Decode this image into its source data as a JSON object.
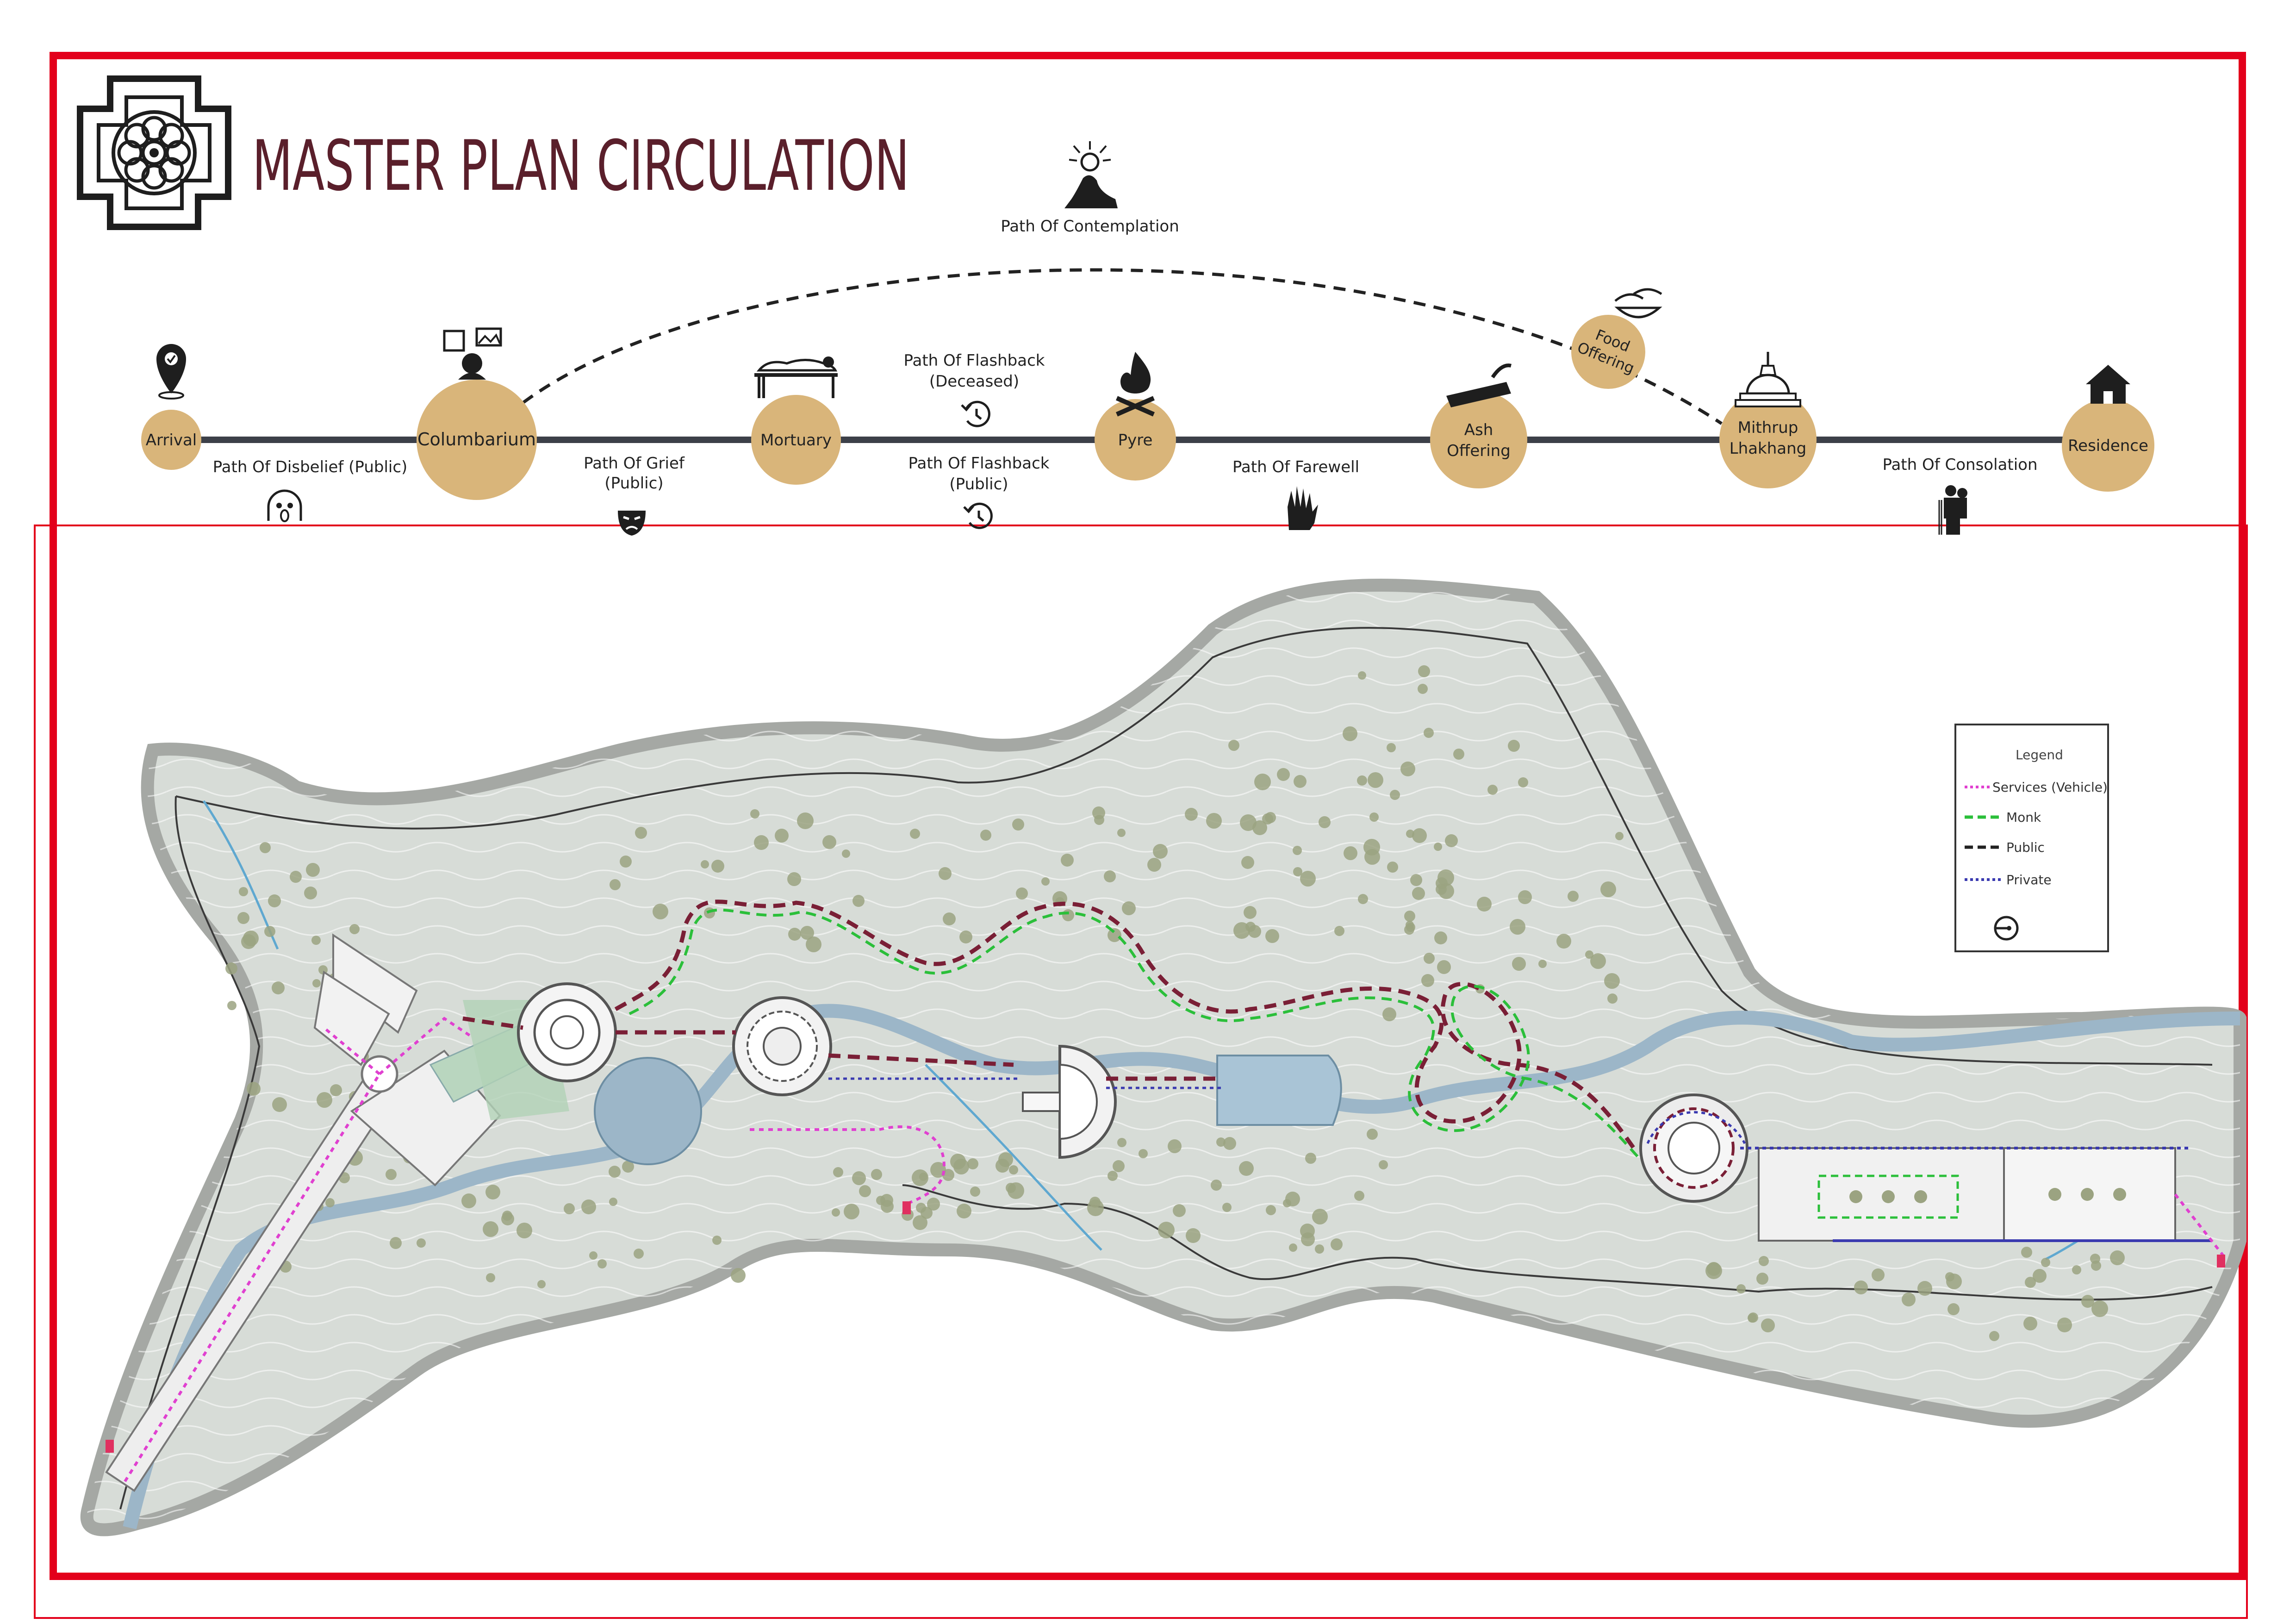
{
  "title": "MASTER PLAN CIRCULATION",
  "colors": {
    "frame_red": "#e3001b",
    "title_maroon": "#5a1f2b",
    "node_fill": "#d9b57a",
    "line_dark": "#3c4049",
    "terrain": "#d7dcd7",
    "terrain_edge": "#a5a8a4",
    "river": "#9cb6c8",
    "tree": "#9ba381",
    "services": "#e040d0",
    "monk": "#2bbf3a",
    "public": "#222222",
    "private": "#3a3ab0",
    "path_maroon": "#7a1f36"
  },
  "sequence": {
    "nodes": [
      {
        "label": "Arrival",
        "icon": "location-pin-icon"
      },
      {
        "label": "Columbarium",
        "icon": "memorial-photos-icon"
      },
      {
        "label": "Mortuary",
        "icon": "body-on-table-icon"
      },
      {
        "label": "Pyre",
        "icon": "fire-icon"
      },
      {
        "label": "Ash Offering",
        "icon": "boat-icon"
      },
      {
        "label": "Food Offering",
        "icon": "offering-bowl-icon"
      },
      {
        "label": "Mithrup Lhakhang",
        "icon": "stupa-icon"
      },
      {
        "label": "Residence",
        "icon": "house-icon"
      }
    ],
    "paths": [
      {
        "label": "Path Of Disbelief (Public)",
        "icon": "screaming-face-icon"
      },
      {
        "label": "Path Of Grief (Public)",
        "icon": "sad-mask-icon"
      },
      {
        "label": "Path Of Flashback (Deceased)",
        "icon": "clock-rewind-icon"
      },
      {
        "label": "Path Of Flashback (Public)",
        "icon": "clock-rewind-icon"
      },
      {
        "label": "Path Of Farewell",
        "icon": "waving-hand-icon"
      },
      {
        "label": "Path Of Consolation",
        "icon": "embrace-icon"
      },
      {
        "label": "Path Of Contemplation",
        "icon": "meditating-person-icon"
      }
    ]
  },
  "legend": {
    "title": "Legend",
    "items": [
      {
        "label": "Services (Vehicle)",
        "style": "dotted",
        "color": "#e040d0"
      },
      {
        "label": "Monk",
        "style": "dashed",
        "color": "#2bbf3a"
      },
      {
        "label": "Public",
        "style": "dashed",
        "color": "#222222"
      },
      {
        "label": "Private",
        "style": "dotted",
        "color": "#3a3ab0"
      }
    ],
    "north_icon": "north-arrow-icon"
  }
}
